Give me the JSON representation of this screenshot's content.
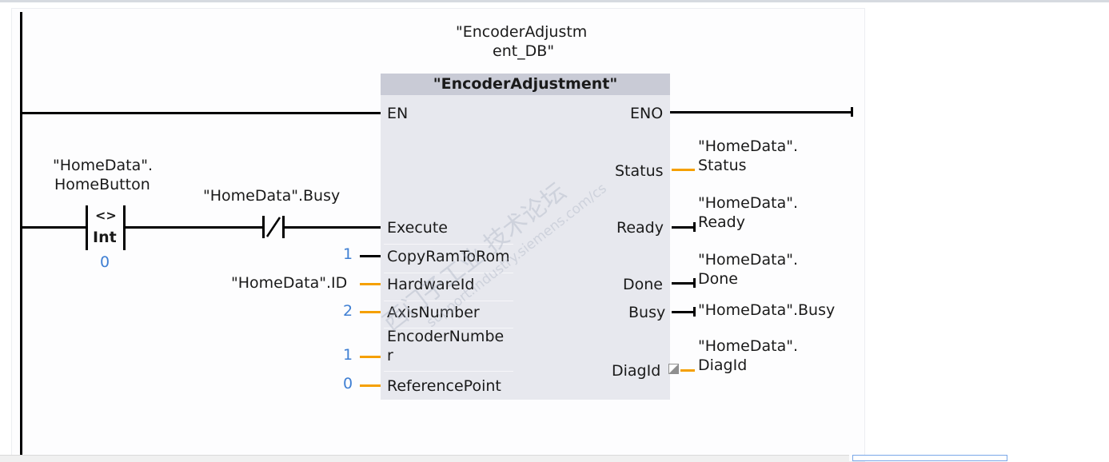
{
  "instance_db": {
    "line1": "\"EncoderAdjustm",
    "line2": "ent_DB\""
  },
  "block": {
    "title": "\"EncoderAdjustment\"",
    "inputs": {
      "en": "EN",
      "execute": "Execute",
      "copy_ram_to_rom": "CopyRamToRom",
      "hardware_id": "HardwareId",
      "axis_number": "AxisNumber",
      "encoder_number_1": "EncoderNumbe",
      "encoder_number_2": "r",
      "reference_point": "ReferencePoint"
    },
    "outputs": {
      "eno": "ENO",
      "status": "Status",
      "ready": "Ready",
      "done": "Done",
      "busy": "Busy",
      "diag_id": "DiagId"
    }
  },
  "contacts": {
    "compare": {
      "tag_line1": "\"HomeData\".",
      "tag_line2": "HomeButton",
      "operator": "<>",
      "type": "Int",
      "operand": "0"
    },
    "nc_busy": {
      "tag": "\"HomeData\".Busy"
    }
  },
  "input_params": {
    "copy_ram_to_rom": "1",
    "hardware_id": "\"HomeData\".ID",
    "axis_number": "2",
    "encoder_number": "1",
    "reference_point": "0"
  },
  "output_params": {
    "status_1": "\"HomeData\".",
    "status_2": "Status",
    "ready_1": "\"HomeData\".",
    "ready_2": "Ready",
    "done_1": "\"HomeData\".",
    "done_2": "Done",
    "busy": "\"HomeData\".Busy",
    "diag_1": "\"HomeData\".",
    "diag_2": "DiagId"
  },
  "watermark": {
    "text1": "西门子工业 技术论坛",
    "text2": "support.industry.siemens.com/cs"
  },
  "colors": {
    "wire": "#000000",
    "param_wire": "#f5a000",
    "constant": "#3f7fd3",
    "block_body": "#e7e8ee",
    "block_header": "#c9cbd6"
  }
}
